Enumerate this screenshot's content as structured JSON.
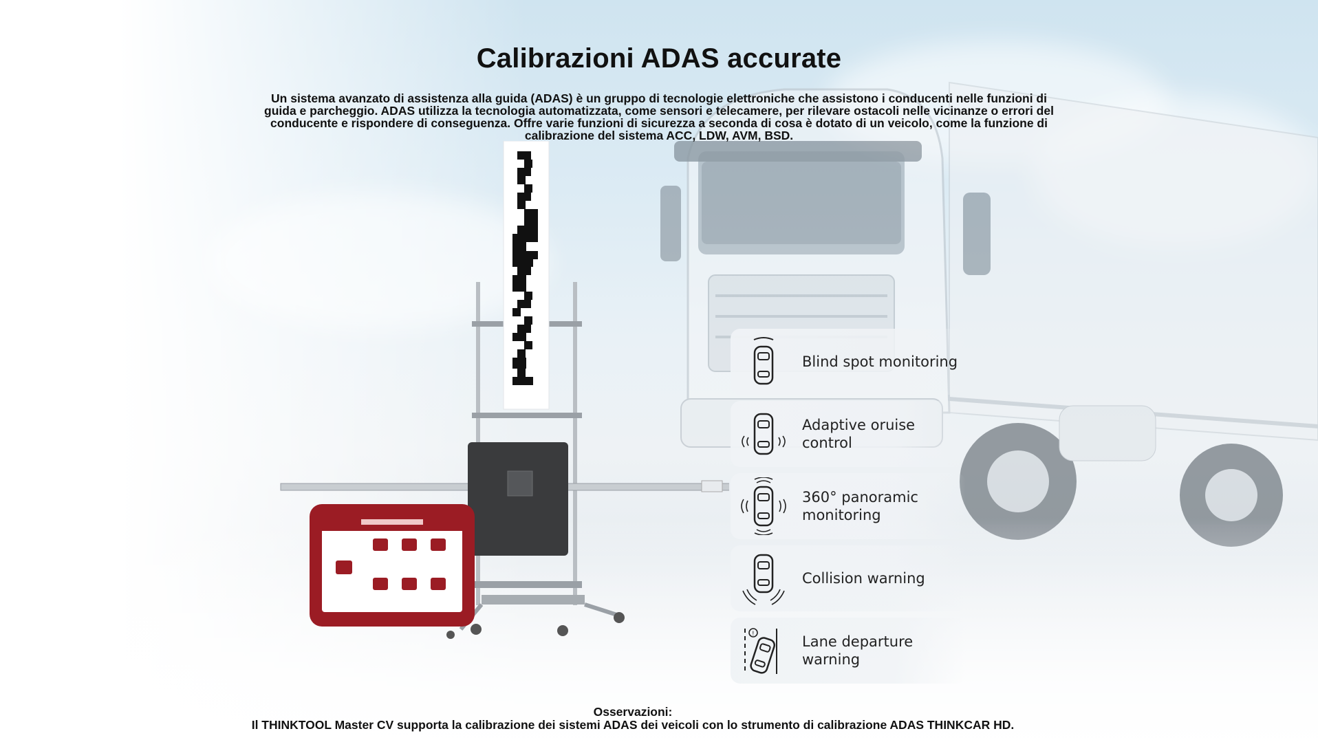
{
  "page": {
    "title": "Calibrazioni ADAS accurate",
    "intro": "Un sistema avanzato di assistenza alla guida (ADAS) è un gruppo di tecnologie elettroniche che assistono i conducenti nelle funzioni di guida e parcheggio. ADAS utilizza la tecnologia automatizzata, come sensori e telecamere, per rilevare ostacoli nelle vicinanze o errori del conducente e rispondere di conseguenza. Offre varie funzioni di sicurezza a seconda di cosa è dotato di un veicolo, come la funzione di calibrazione del sistema ACC, LDW, AVM, BSD."
  },
  "features": [
    {
      "label": "Blind spot monitoring",
      "icon": "blind-spot-car-icon"
    },
    {
      "label": "Adaptive oruise control",
      "icon": "adaptive-cruise-car-icon"
    },
    {
      "label": "360° panoramic monitoring",
      "icon": "panoramic-car-icon"
    },
    {
      "label": "Collision warning",
      "icon": "collision-warning-car-icon"
    },
    {
      "label": "Lane departure warning",
      "icon": "lane-departure-car-icon"
    }
  ],
  "notes": {
    "heading": "Osservazioni:",
    "text": "Il THINKTOOL Master CV supporta la calibrazione dei sistemi ADAS dei veicoli con lo strumento di calibrazione ADAS THINKCAR HD."
  },
  "colors": {
    "tablet_frame": "#9b1c24",
    "text": "#111111",
    "panel": "#f0f3f6"
  }
}
